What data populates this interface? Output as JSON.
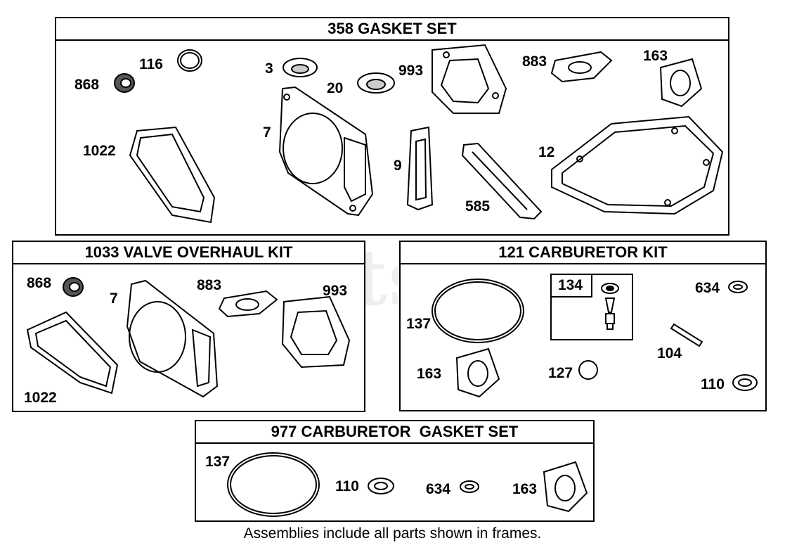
{
  "frames": {
    "gasket_set": {
      "title": "358 GASKET SET",
      "labels": {
        "p116": "116",
        "p868": "868",
        "p3": "3",
        "p20": "20",
        "p993": "993",
        "p883": "883",
        "p163": "163",
        "p7": "7",
        "p1022": "1022",
        "p9": "9",
        "p585": "585",
        "p12": "12"
      }
    },
    "valve_kit": {
      "title": "1033 VALVE OVERHAUL KIT",
      "labels": {
        "p868": "868",
        "p7": "7",
        "p883": "883",
        "p993": "993",
        "p1022": "1022"
      }
    },
    "carb_kit": {
      "title": "121 CARBURETOR KIT",
      "labels": {
        "p137": "137",
        "p134": "134",
        "p634": "634",
        "p104": "104",
        "p163": "163",
        "p127": "127",
        "p110": "110"
      }
    },
    "carb_gasket_set": {
      "title": "977 CARBURETOR  GASKET SET",
      "labels": {
        "p137": "137",
        "p110": "110",
        "p634": "634",
        "p163": "163"
      }
    }
  },
  "footer": "Assemblies include all parts shown in frames.",
  "watermark": "PartsTree"
}
